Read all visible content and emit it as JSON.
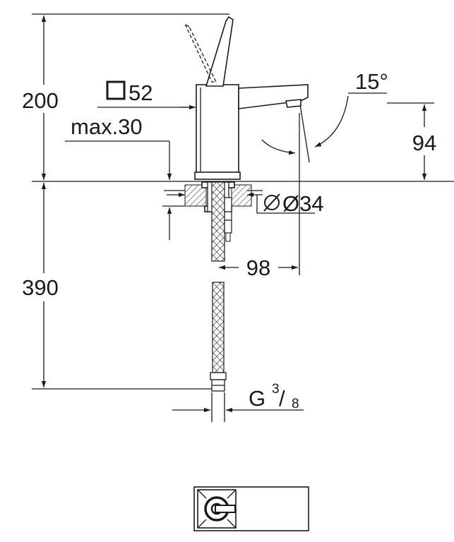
{
  "dimensions": {
    "total_height_label": "200",
    "square_label": "52",
    "max_label": "max.30",
    "angle_label": "15°",
    "spout_height_label": "94",
    "hole_label": "Ø34",
    "projection_label": "98",
    "hose_length_label": "390",
    "thread_base": "G",
    "thread_num": "3",
    "thread_den": "8"
  },
  "icons": {
    "square_symbol": "square-icon",
    "diameter_symbol": "diameter-icon",
    "arrowhead": "arrowhead-icon"
  },
  "colors": {
    "line": "#1a1a1a",
    "background": "#ffffff"
  }
}
